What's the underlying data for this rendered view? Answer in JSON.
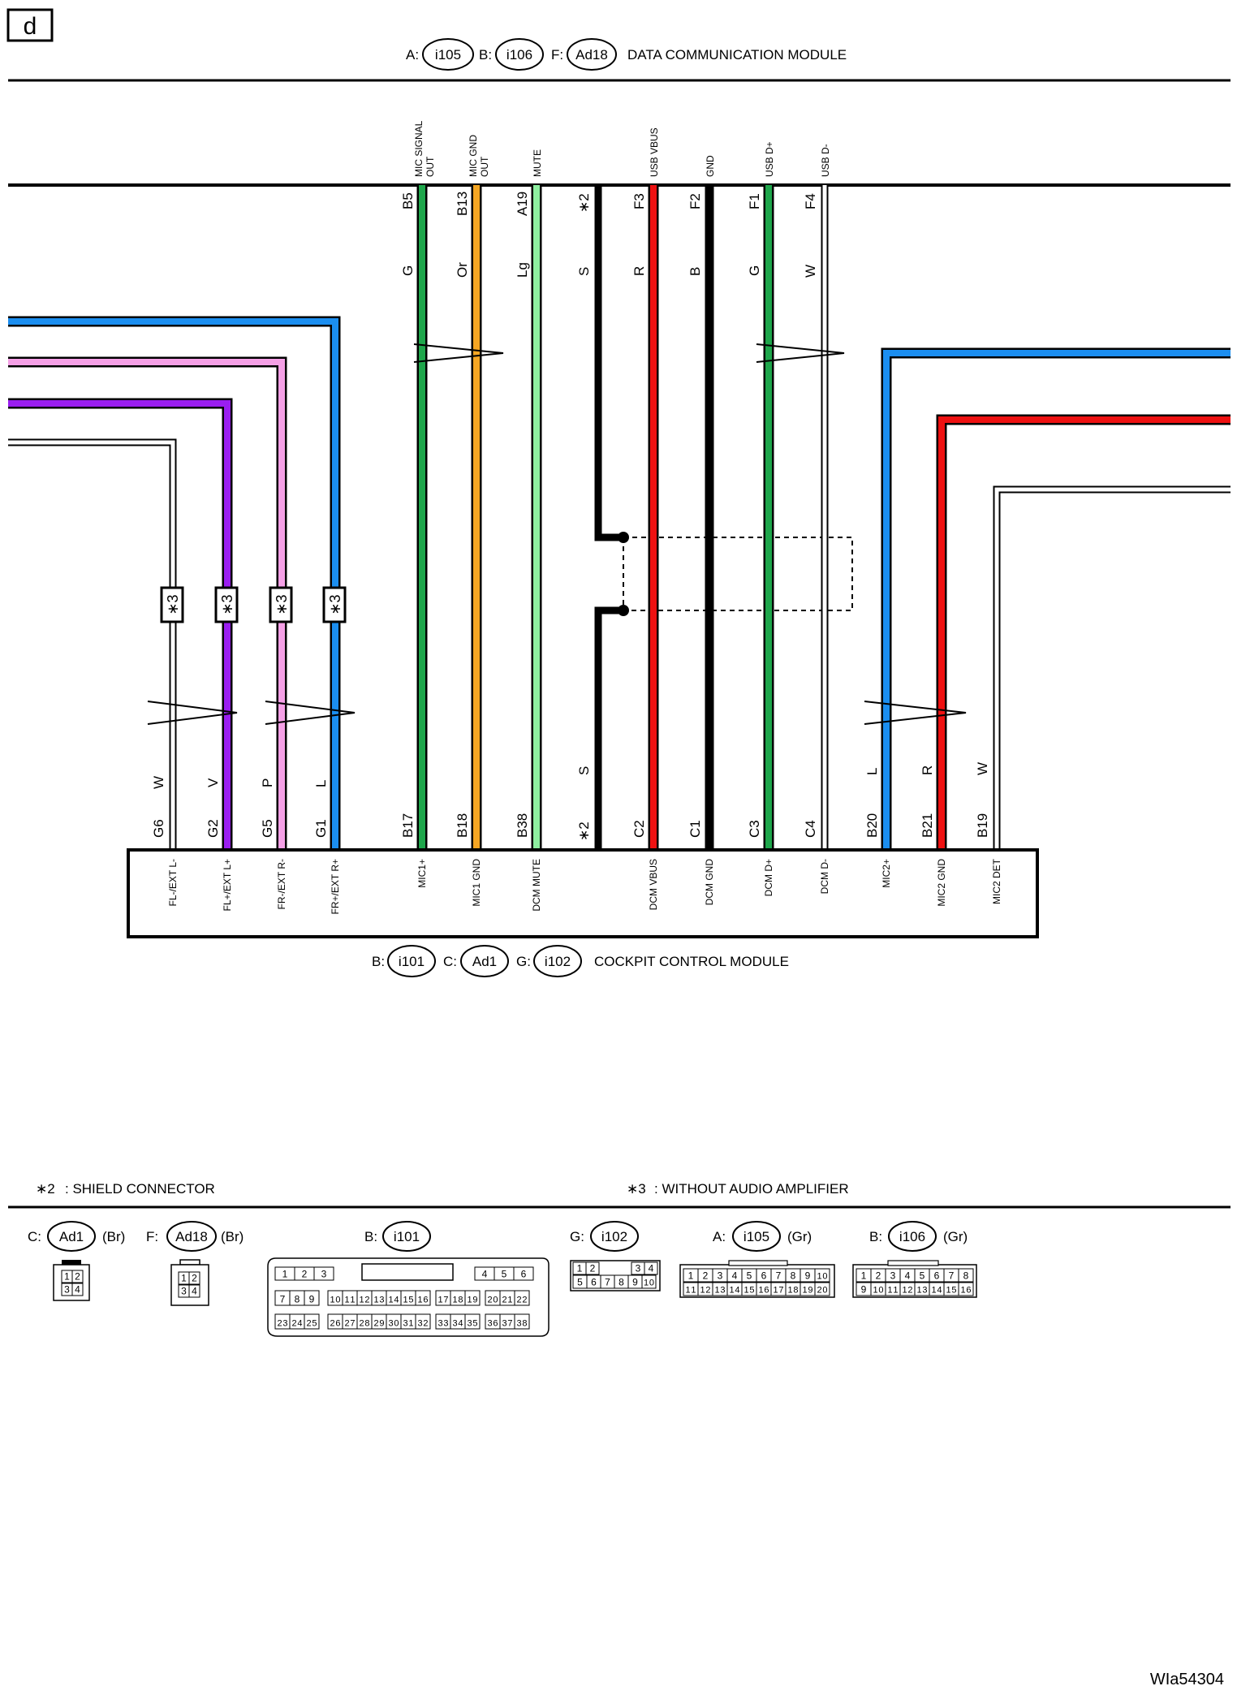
{
  "page_letter": "d",
  "dcm": {
    "prefixes": {
      "a": "A:",
      "b": "B:",
      "f": "F:"
    },
    "connectors": {
      "a": "i105",
      "b": "i106",
      "f": "Ad18"
    },
    "title": "DATA COMMUNICATION MODULE",
    "pin_labels": {
      "mic_signal": [
        "MIC SIGNAL",
        "OUT"
      ],
      "mic_gnd": [
        "MIC GND",
        "OUT"
      ],
      "mute": "MUTE",
      "usb_vbus": "USB VBUS",
      "gnd": "GND",
      "usb_dp": "USB D+",
      "usb_dm": "USB D-"
    }
  },
  "ccm": {
    "prefixes": {
      "b": "B:",
      "c": "C:",
      "g": "G:"
    },
    "connectors": {
      "b": "i101",
      "c": "Ad1",
      "g": "i102"
    },
    "title": "COCKPIT CONTROL MODULE"
  },
  "wires": [
    {
      "id": "flm",
      "color": "W",
      "hex": "#ffffff",
      "double": true,
      "pin": "G6",
      "func": "FL-/EXT L-",
      "star3": true
    },
    {
      "id": "flp",
      "color": "V",
      "hex": "#9a1ef0",
      "pin": "G2",
      "func": "FL+/EXT L+",
      "star3": true
    },
    {
      "id": "frm",
      "color": "P",
      "hex": "#f5a0e6",
      "pin": "G5",
      "func": "FR-/EXT R-",
      "star3": true
    },
    {
      "id": "frp",
      "color": "L",
      "hex": "#1b8ef0",
      "pin": "G1",
      "func": "FR+/EXT R+",
      "star3": true
    },
    {
      "id": "mic1",
      "color": "G",
      "hex": "#1ea64b",
      "top_pin": "B5",
      "pin": "B17",
      "func": "MIC1+"
    },
    {
      "id": "mic1gnd",
      "color": "Or",
      "hex": "#f5a623",
      "top_pin": "B13",
      "pin": "B18",
      "func": "MIC1 GND"
    },
    {
      "id": "mute",
      "color": "Lg",
      "hex": "#8ef0a0",
      "top_pin": "A19",
      "pin": "B38",
      "func": "DCM MUTE"
    },
    {
      "id": "shield",
      "color": "S",
      "hex": "#000000",
      "top_pin": "∗2",
      "pin": "∗2"
    },
    {
      "id": "vbus",
      "color": "R",
      "hex": "#ee1111",
      "top_pin": "F3",
      "pin": "C2",
      "func": "DCM VBUS"
    },
    {
      "id": "gnd",
      "color": "B",
      "hex": "#000000",
      "top_pin": "F2",
      "pin": "C1",
      "func": "DCM GND"
    },
    {
      "id": "dp",
      "color": "G",
      "hex": "#1ea64b",
      "top_pin": "F1",
      "pin": "C3",
      "func": "DCM D+"
    },
    {
      "id": "dm",
      "color": "W",
      "hex": "#ffffff",
      "double": true,
      "top_pin": "F4",
      "pin": "C4",
      "func": "DCM D-"
    },
    {
      "id": "mic2",
      "color": "L",
      "hex": "#1b8ef0",
      "pin": "B20",
      "func": "MIC2+"
    },
    {
      "id": "mic2gnd",
      "color": "R",
      "hex": "#ee1111",
      "pin": "B21",
      "func": "MIC2 GND"
    },
    {
      "id": "mic2det",
      "color": "W",
      "hex": "#ffffff",
      "double": true,
      "pin": "B19",
      "func": "MIC2 DET"
    }
  ],
  "star3_text": "∗3",
  "legend": {
    "star2_mark": "∗2",
    "star2_text": ": SHIELD CONNECTOR",
    "star3_mark": "∗3",
    "star3_text": ": WITHOUT AUDIO AMPLIFIER"
  },
  "connector_views": {
    "ad1": {
      "prefix": "C:",
      "name": "Ad1",
      "color": "(Br)",
      "pins": [
        "1",
        "2",
        "3",
        "4"
      ]
    },
    "ad18": {
      "prefix": "F:",
      "name": "Ad18",
      "color": "(Br)",
      "pins": [
        "1",
        "2",
        "3",
        "4"
      ]
    },
    "i101": {
      "prefix": "B:",
      "name": "i101",
      "pins_row1": [
        "1",
        "2",
        "3",
        "4",
        "5",
        "6"
      ],
      "pins_row2": [
        "7",
        "8",
        "9",
        "10",
        "11",
        "12",
        "13",
        "14",
        "15",
        "16",
        "17",
        "18",
        "19",
        "20",
        "21",
        "22"
      ],
      "pins_row3": [
        "23",
        "24",
        "25",
        "26",
        "27",
        "28",
        "29",
        "30",
        "31",
        "32",
        "33",
        "34",
        "35",
        "36",
        "37",
        "38"
      ]
    },
    "i102": {
      "prefix": "G:",
      "name": "i102",
      "pins_row1": [
        "1",
        "2",
        "3",
        "4"
      ],
      "pins_row2": [
        "5",
        "6",
        "7",
        "8",
        "9",
        "10"
      ]
    },
    "i105": {
      "prefix": "A:",
      "name": "i105",
      "color": "(Gr)",
      "pins_row1": [
        "1",
        "2",
        "3",
        "4",
        "5",
        "6",
        "7",
        "8",
        "9",
        "10"
      ],
      "pins_row2": [
        "11",
        "12",
        "13",
        "14",
        "15",
        "16",
        "17",
        "18",
        "19",
        "20"
      ]
    },
    "i106": {
      "prefix": "B:",
      "name": "i106",
      "color": "(Gr)",
      "pins_row1": [
        "1",
        "2",
        "3",
        "4",
        "5",
        "6",
        "7",
        "8"
      ],
      "pins_row2": [
        "9",
        "10",
        "11",
        "12",
        "13",
        "14",
        "15",
        "16"
      ]
    }
  },
  "doc_code": "WIa54304"
}
